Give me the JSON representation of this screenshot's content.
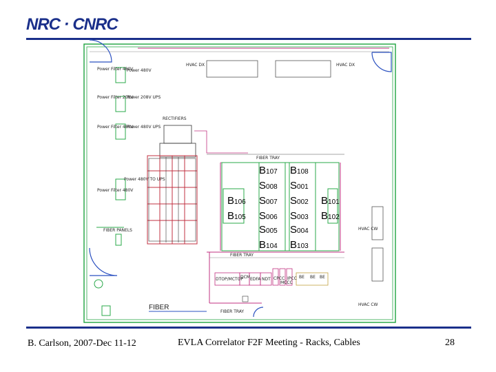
{
  "header": {
    "logo_text": "NRC · CNRC"
  },
  "footer": {
    "left": "B. Carlson, 2007-Dec 11-12",
    "center": "EVLA Correlator F2F Meeting - Racks, Cables",
    "page": "28"
  },
  "floorplan": {
    "power_left": [
      "Power Filter 480V",
      "Power Filter 208V",
      "Power Filter 480V",
      "Power Filter 480V"
    ],
    "power_right": [
      "Power 480V",
      "Power 208V UPS",
      "Power 480V UPS",
      "Power 480V TO UPS"
    ],
    "hvac_dx_1": "HVAC DX",
    "hvac_dx_2": "HVAC DX",
    "hvac_cw_1": "HVAC CW",
    "hvac_cw_2": "HVAC CW",
    "rectifiers": "RECTIFIERS",
    "fiber": "FIBER",
    "fiber_tray_top": "FIBER TRAY",
    "fiber_tray_mid": "FIBER TRAY",
    "fiber_tray_bot": "FIBER TRAY",
    "panel_label": "FIBER PANELS",
    "bottom_units": [
      "DTOP/MCTOP",
      "DCM",
      "EDFA",
      "NDT"
    ],
    "small_boxes": [
      "CPCC",
      "MCCC",
      "IPCC"
    ],
    "right_units": [
      "BE",
      "BE",
      "BE"
    ],
    "racks": {
      "b107": {
        "letter": "B",
        "num": "107"
      },
      "b108": {
        "letter": "B",
        "num": "108"
      },
      "s008": {
        "letter": "S",
        "num": "008"
      },
      "s001": {
        "letter": "S",
        "num": "001"
      },
      "b106": {
        "letter": "B",
        "num": "106"
      },
      "s007": {
        "letter": "S",
        "num": "007"
      },
      "s002": {
        "letter": "S",
        "num": "002"
      },
      "b101": {
        "letter": "B",
        "num": "101"
      },
      "b105": {
        "letter": "B",
        "num": "105"
      },
      "s006": {
        "letter": "S",
        "num": "006"
      },
      "s003": {
        "letter": "S",
        "num": "003"
      },
      "b102": {
        "letter": "B",
        "num": "102"
      },
      "s005": {
        "letter": "S",
        "num": "005"
      },
      "s004": {
        "letter": "S",
        "num": "004"
      },
      "b104": {
        "letter": "B",
        "num": "104"
      },
      "b103": {
        "letter": "B",
        "num": "103"
      }
    }
  }
}
